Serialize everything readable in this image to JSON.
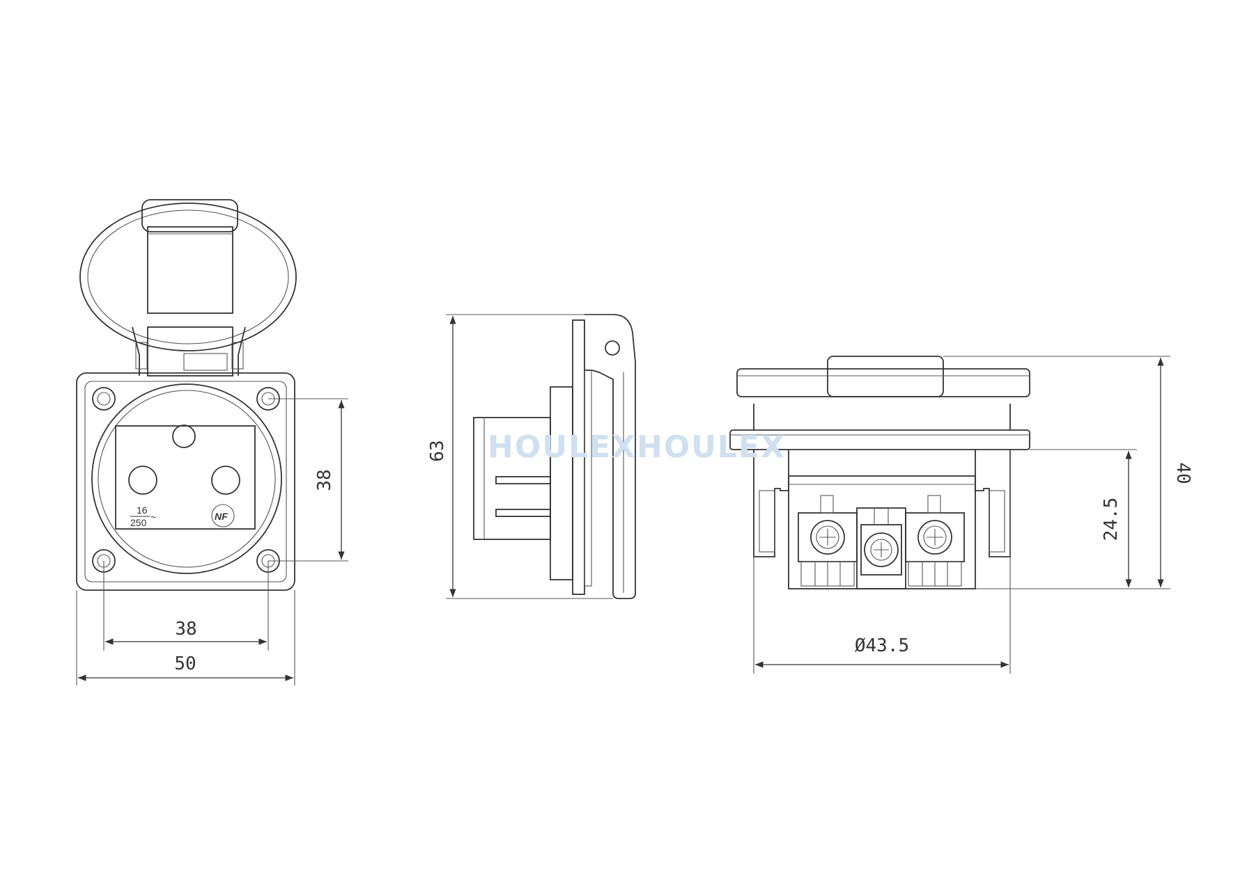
{
  "watermark": "HOULEXHOULEX",
  "front_view": {
    "rating_top": "16",
    "rating_bottom": "250",
    "rating_symbol": "~",
    "cert_mark": "NF",
    "dim_hole_spacing_h": "38",
    "dim_width": "50",
    "dim_hole_spacing_v": "38"
  },
  "side_view": {
    "dim_height": "63"
  },
  "rear_view": {
    "dim_diameter": "Ø43.5",
    "dim_terminal_depth": "24.5",
    "dim_total_depth": "40"
  },
  "colors": {
    "line": "#333333",
    "watermark": "#cfe0f0"
  }
}
